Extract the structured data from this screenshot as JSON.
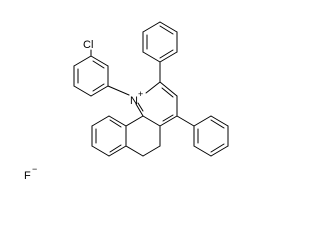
{
  "molecule": {
    "atom_labels": {
      "chlorine": "Cl",
      "nitrogen": "N",
      "nitrogen_charge": "+",
      "fluorine": "F",
      "fluorine_charge": "−"
    },
    "colors": {
      "bond": "#000000",
      "label": "#000000",
      "background": "#ffffff"
    }
  }
}
